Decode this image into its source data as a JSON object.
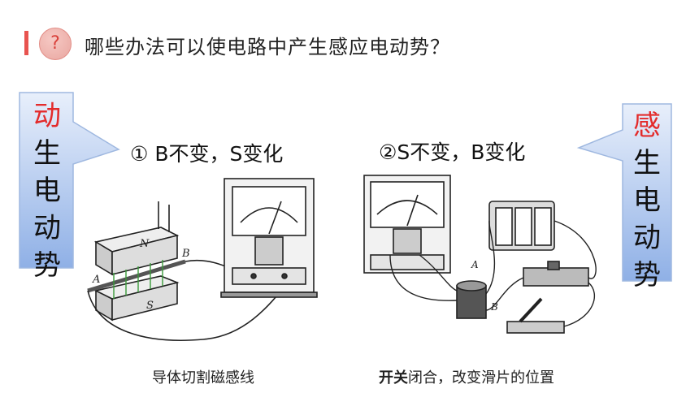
{
  "header": {
    "icon": "question-icon",
    "icon_glyph": "?",
    "title": "哪些办法可以使电路中产生感应电动势？"
  },
  "left_callout": {
    "first_char": "动",
    "rest_chars": [
      "生",
      "电",
      "动",
      "势"
    ]
  },
  "right_callout": {
    "first_char": "感",
    "rest_chars": [
      "生",
      "电",
      "动",
      "势"
    ]
  },
  "method1": {
    "label": "① B不变，S变化",
    "caption": "导体切割磁感线",
    "labels": {
      "N": "N",
      "S": "S",
      "A": "A",
      "B": "B"
    }
  },
  "method2": {
    "label": "②S不变，B变化",
    "caption_bold": "开关",
    "caption_rest": "闭合，改变滑片的位置",
    "labels": {
      "A": "A",
      "B": "B"
    }
  },
  "colors": {
    "accent_red": "#e8534f",
    "callout_fill": "#b9cdf0",
    "highlight_char": "#e32b2b"
  }
}
